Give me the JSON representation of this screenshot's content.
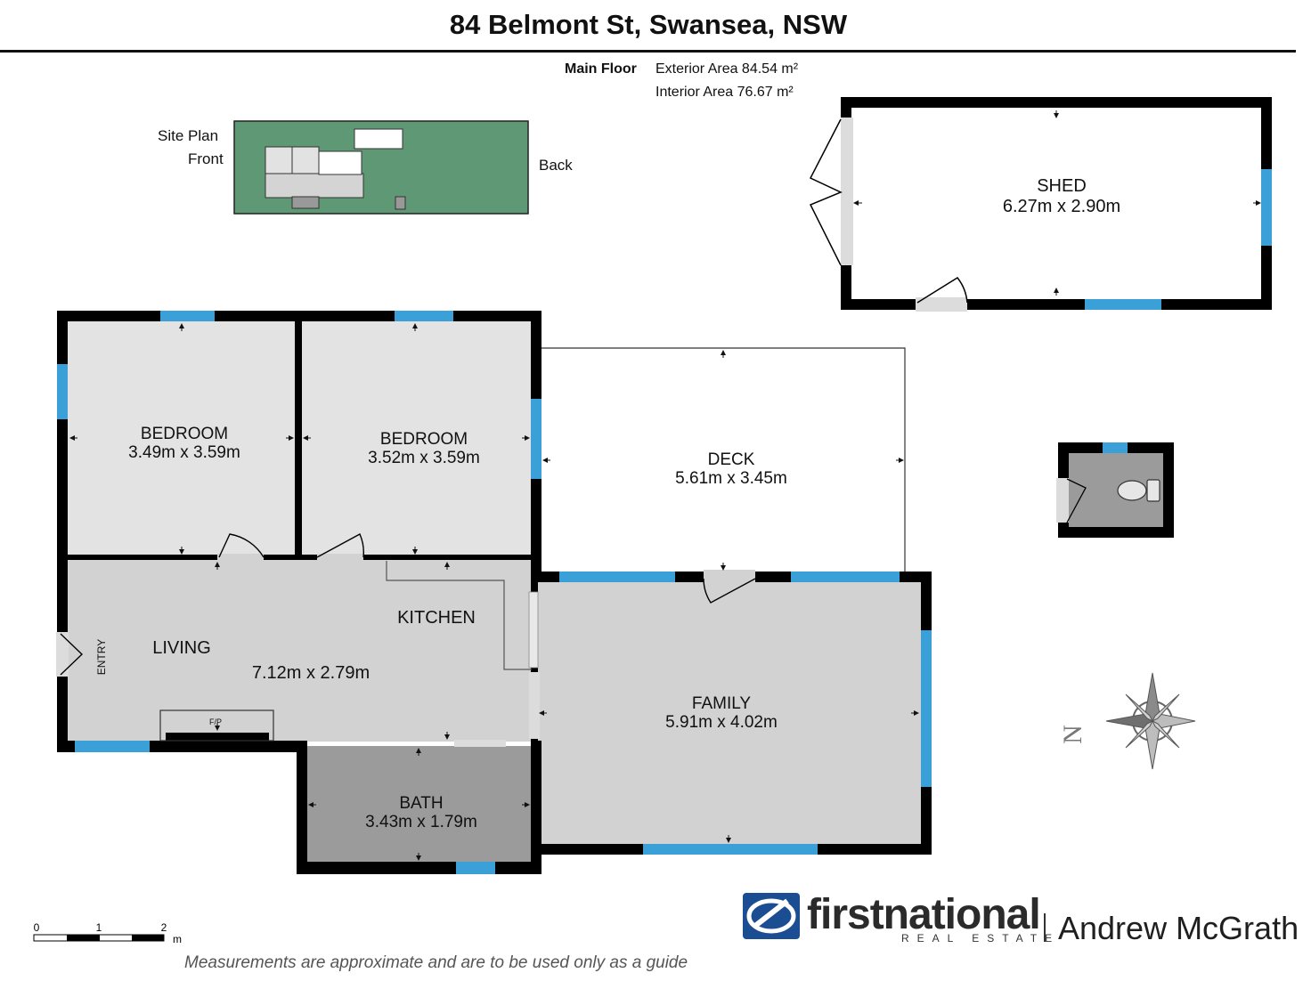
{
  "header": {
    "title": "84 Belmont St, Swansea, NSW",
    "floor_name": "Main Floor",
    "exterior_area": "Exterior Area 84.54 m²",
    "interior_area": "Interior Area 76.67 m²"
  },
  "site_plan": {
    "label": "Site Plan",
    "front_label": "Front",
    "back_label": "Back"
  },
  "rooms": {
    "shed": {
      "name": "SHED",
      "dims": "6.27m x 2.90m"
    },
    "bedroom1": {
      "name": "BEDROOM",
      "dims": "3.49m x 3.59m"
    },
    "bedroom2": {
      "name": "BEDROOM",
      "dims": "3.52m x 3.59m"
    },
    "deck": {
      "name": "DECK",
      "dims": "5.61m x 3.45m"
    },
    "kitchen": {
      "name": "KITCHEN"
    },
    "living": {
      "name": "LIVING",
      "dims": "7.12m x 2.79m"
    },
    "entry": {
      "name": "ENTRY"
    },
    "fireplace": {
      "name": "F/P"
    },
    "family": {
      "name": "FAMILY",
      "dims": "5.91m x 4.02m"
    },
    "bath": {
      "name": "BATH",
      "dims": "3.43m x 1.79m"
    }
  },
  "scale_bar": {
    "ticks": [
      "0",
      "1",
      "2"
    ],
    "unit": "m"
  },
  "compass": {
    "north_label": "N"
  },
  "footer": {
    "disclaimer": "Measurements are approximate and are to be used only as a guide",
    "brand_name": "firstnational",
    "brand_subtitle": "REAL ESTATE",
    "agent_name": "Andrew McGrath"
  },
  "colors": {
    "wall": "#000000",
    "window": "#3b9fd8",
    "room_light": "#e3e3e3",
    "room_mid": "#d2d2d2",
    "room_dark": "#9b9b9b",
    "site_green": "#5f9874",
    "brand_blue": "#1b4d93"
  }
}
